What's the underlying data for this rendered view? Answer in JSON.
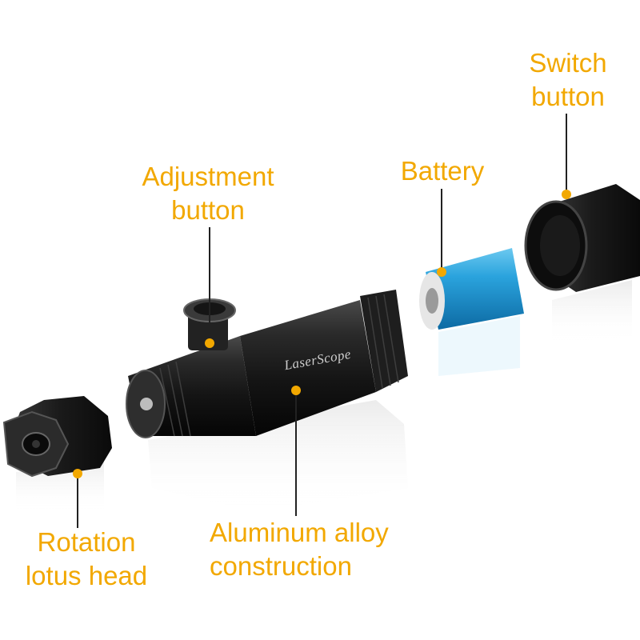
{
  "labels": {
    "switch_button": [
      "Switch",
      "button"
    ],
    "adjustment_button": [
      "Adjustment",
      "button"
    ],
    "battery": "Battery",
    "rotation_lotus_head": [
      "Rotation",
      "lotus head"
    ],
    "aluminum_alloy": [
      "Aluminum alloy",
      "construction"
    ]
  },
  "brand_text": "LaserScope",
  "colors": {
    "label": "#f2a800",
    "leader_dot": "#f2a800",
    "body": "#1b1b1b",
    "battery": "#1e9fd6"
  }
}
